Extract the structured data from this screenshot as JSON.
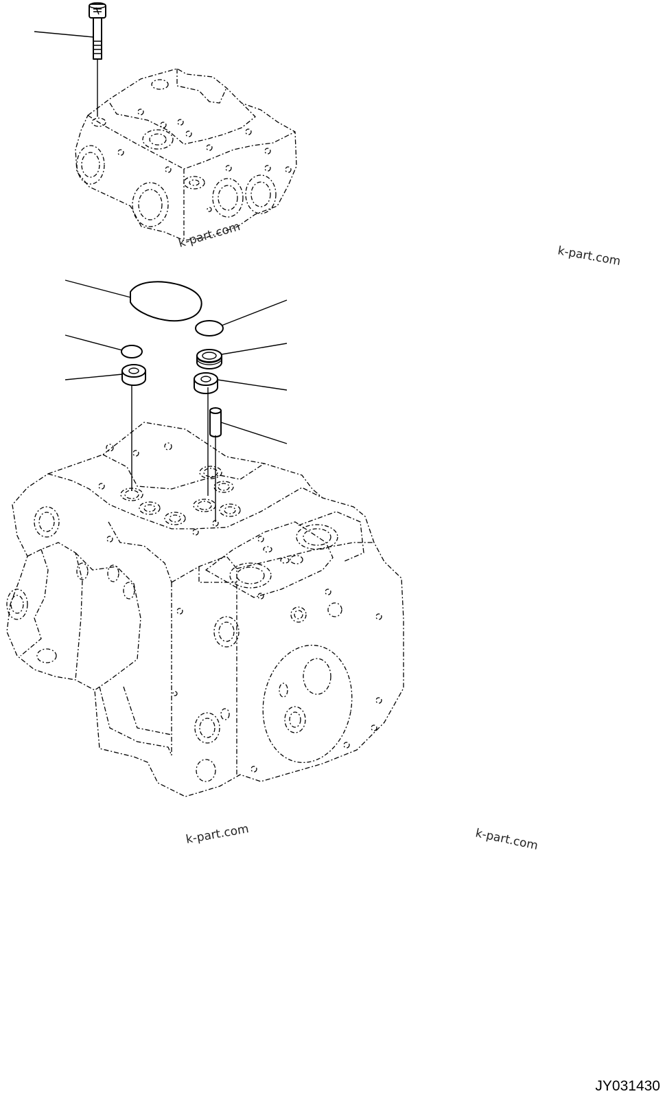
{
  "drawing_code": "JY031430",
  "watermarks": [
    "k-part.com",
    "k-part.com",
    "k-part.com",
    "k-part.com"
  ],
  "parts": {
    "bolt": {
      "icon": "socket-head-bolt-icon"
    },
    "oval_gasket": {
      "icon": "oval-gasket-icon"
    },
    "o_ring_right": {
      "icon": "o-ring-icon"
    },
    "o_ring_left": {
      "icon": "o-ring-icon"
    },
    "spring_seat": {
      "icon": "spring-seat-icon"
    },
    "collar_left": {
      "icon": "collar-icon"
    },
    "collar_right": {
      "icon": "collar-icon"
    },
    "dowel_pin": {
      "icon": "dowel-pin-icon"
    }
  },
  "assemblies": {
    "upper": {
      "icon": "valve-block-icon"
    },
    "lower": {
      "icon": "pump-case-icon"
    }
  }
}
